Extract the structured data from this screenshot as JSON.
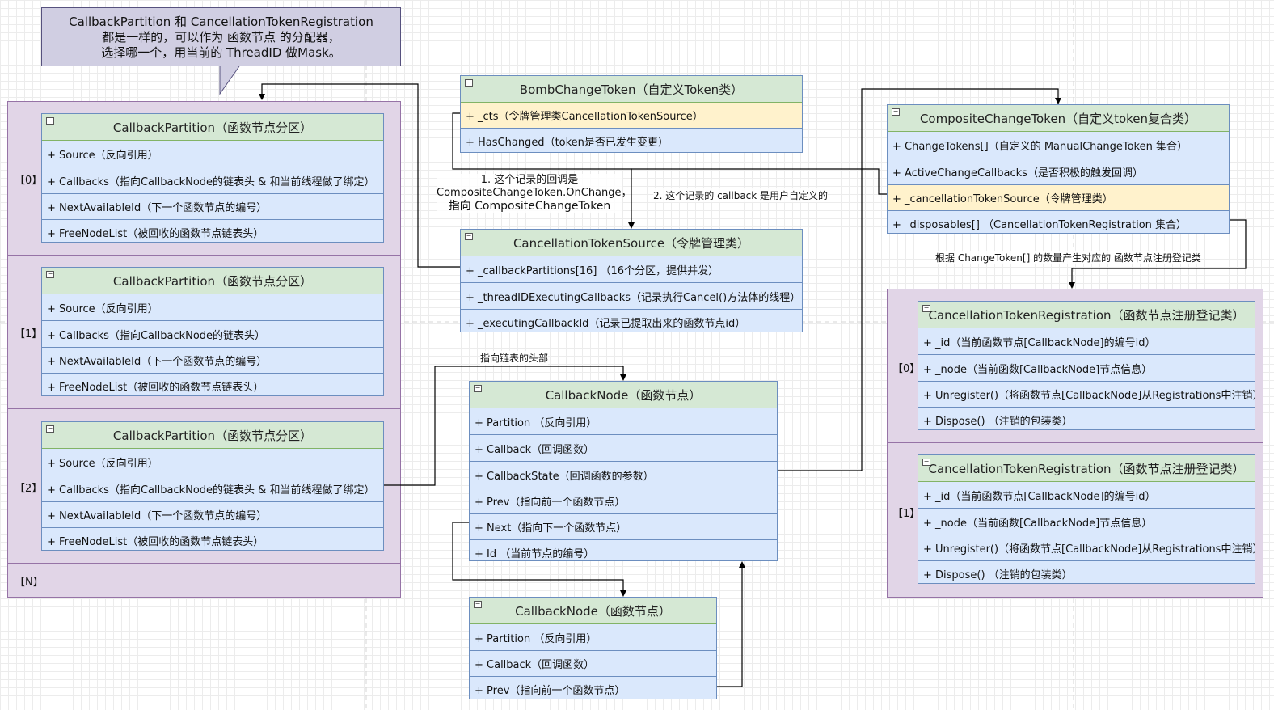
{
  "callout": {
    "lines": [
      "CallbackPartition 和 CancellationTokenRegistration",
      "都是一样的，可以作为 函数节点 的分配器，",
      "选择哪一个，用当前的 ThreadID 做Mask。"
    ]
  },
  "partitions": {
    "indices": [
      "【0】",
      "【1】",
      "【2】",
      "【N】"
    ],
    "items": [
      {
        "title": "CallbackPartition（函数节点分区）",
        "rows": [
          "+ Source（反向引用）",
          "+ Callbacks（指向CallbackNode的链表头 & 和当前线程做了绑定）",
          "+ NextAvailableId（下一个函数节点的编号）",
          "+ FreeNodeList（被回收的函数节点链表头）"
        ]
      },
      {
        "title": "CallbackPartition（函数节点分区）",
        "rows": [
          "+ Source（反向引用）",
          "+ Callbacks（指向CallbackNode的链表头）",
          "+ NextAvailableId（下一个函数节点的编号）",
          "+ FreeNodeList（被回收的函数节点链表头）"
        ]
      },
      {
        "title": "CallbackPartition（函数节点分区）",
        "rows": [
          "+ Source（反向引用）",
          "+ Callbacks（指向CallbackNode的链表头 & 和当前线程做了绑定）",
          "+ NextAvailableId（下一个函数节点的编号）",
          "+ FreeNodeList（被回收的函数节点链表头）"
        ]
      }
    ]
  },
  "bomb": {
    "title": "BombChangeToken（自定义Token类）",
    "rows": [
      "+ _cts（令牌管理类CancellationTokenSource）",
      "+ HasChanged（token是否已发生变更）"
    ]
  },
  "cts": {
    "title": "CancellationTokenSource（令牌管理类）",
    "rows": [
      "+ _callbackPartitions[16] （16个分区，提供并发）",
      "+ _threadIDExecutingCallbacks（记录执行Cancel()方法体的线程）",
      "+ _executingCallbackId（记录已提取出来的函数节点id）"
    ]
  },
  "node1": {
    "title": "CallbackNode（函数节点）",
    "rows": [
      "+ Partition （反向引用）",
      "+ Callback（回调函数）",
      "+ CallbackState（回调函数的参数）",
      "+ Prev（指向前一个函数节点）",
      "+ Next（指向下一个函数节点）",
      "+ Id （当前节点的编号）"
    ]
  },
  "node2": {
    "title": "CallbackNode（函数节点）",
    "rows": [
      "+ Partition （反向引用）",
      "+ Callback（回调函数）",
      "+ Prev（指向前一个函数节点）"
    ]
  },
  "composite": {
    "title": "CompositeChangeToken（自定义token复合类）",
    "rows": [
      "+ ChangeTokens[]（自定义的 ManualChangeToken 集合）",
      "+ ActiveChangeCallbacks（是否积极的触发回调）",
      "+ _cancellationTokenSource（令牌管理类）",
      "+ _disposables[] （CancellationTokenRegistration 集合）"
    ]
  },
  "registrations": {
    "indices": [
      "【0】",
      "【1】"
    ],
    "items": [
      {
        "title": "CancellationTokenRegistration（函数节点注册登记类）",
        "rows": [
          "+ _id（当前函数节点[CallbackNode]的编号id）",
          "+ _node（当前函数[CallbackNode]节点信息）",
          "+ Unregister()（将函数节点[CallbackNode]从Registrations中注销）",
          "+ Dispose() （注销的包装类）"
        ]
      },
      {
        "title": "CancellationTokenRegistration（函数节点注册登记类）",
        "rows": [
          "+ _id（当前函数节点[CallbackNode]的编号id）",
          "+ _node（当前函数[CallbackNode]节点信息）",
          "+ Unregister()（将函数节点[CallbackNode]从Registrations中注销）",
          "+ Dispose() （注销的包装类）"
        ]
      }
    ]
  },
  "notes": {
    "note1": [
      "1. 这个记录的回调是",
      "CompositeChangeToken.OnChange，",
      "指向 CompositeChangeToken"
    ],
    "note2": "2. 这个记录的 callback 是用户自定义的",
    "note3": "指向链表的头部",
    "note4": "根据 ChangeToken[] 的数量产生对应的 函数节点注册登记类"
  },
  "colors": {
    "class_fill": "#dae8fc",
    "class_stroke": "#6c8ebf",
    "header_fill": "#d5e8d4",
    "swimlane_fill": "#e1d5e7",
    "highlight_fill": "#fff2cc",
    "callout_fill": "#d0cee2"
  }
}
